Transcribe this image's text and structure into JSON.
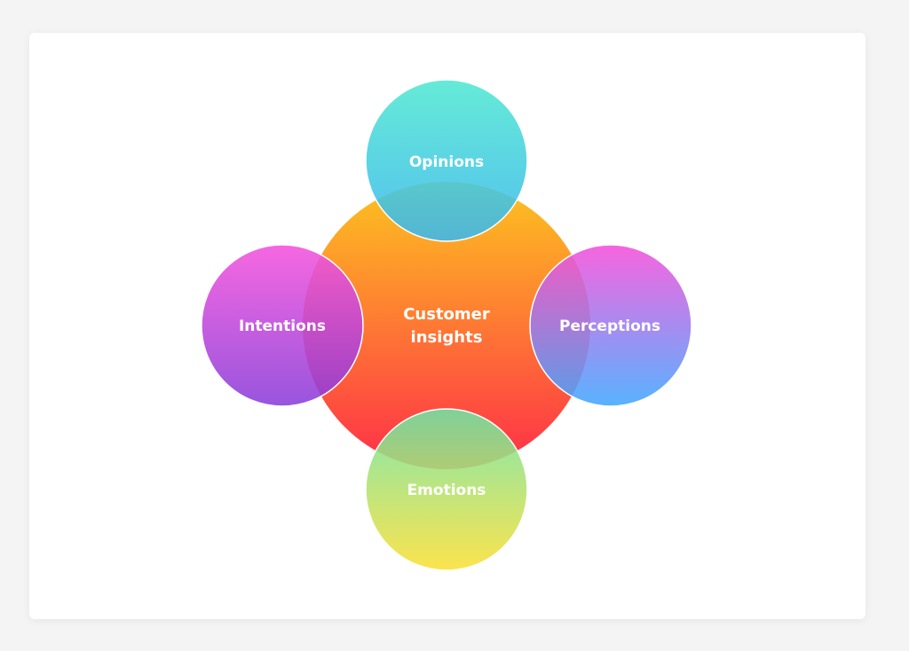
{
  "diagram": {
    "center": {
      "line1": "Customer",
      "line2": "insights"
    },
    "nodes": {
      "top": "Opinions",
      "left": "Intentions",
      "right": "Perceptions",
      "bottom": "Emotions"
    },
    "colors": {
      "center_top": "#FDC41F",
      "center_bottom": "#FF2E48",
      "opinions_top": "#4FE8D2",
      "opinions_bottom": "#3BB7EC",
      "intentions_top": "#F552DD",
      "intentions_bottom": "#8A3DD9",
      "perceptions_top": "#F64FDB",
      "perceptions_bottom": "#40A8FF",
      "emotions_top": "#6EE3A6",
      "emotions_bottom": "#FBE035"
    }
  }
}
